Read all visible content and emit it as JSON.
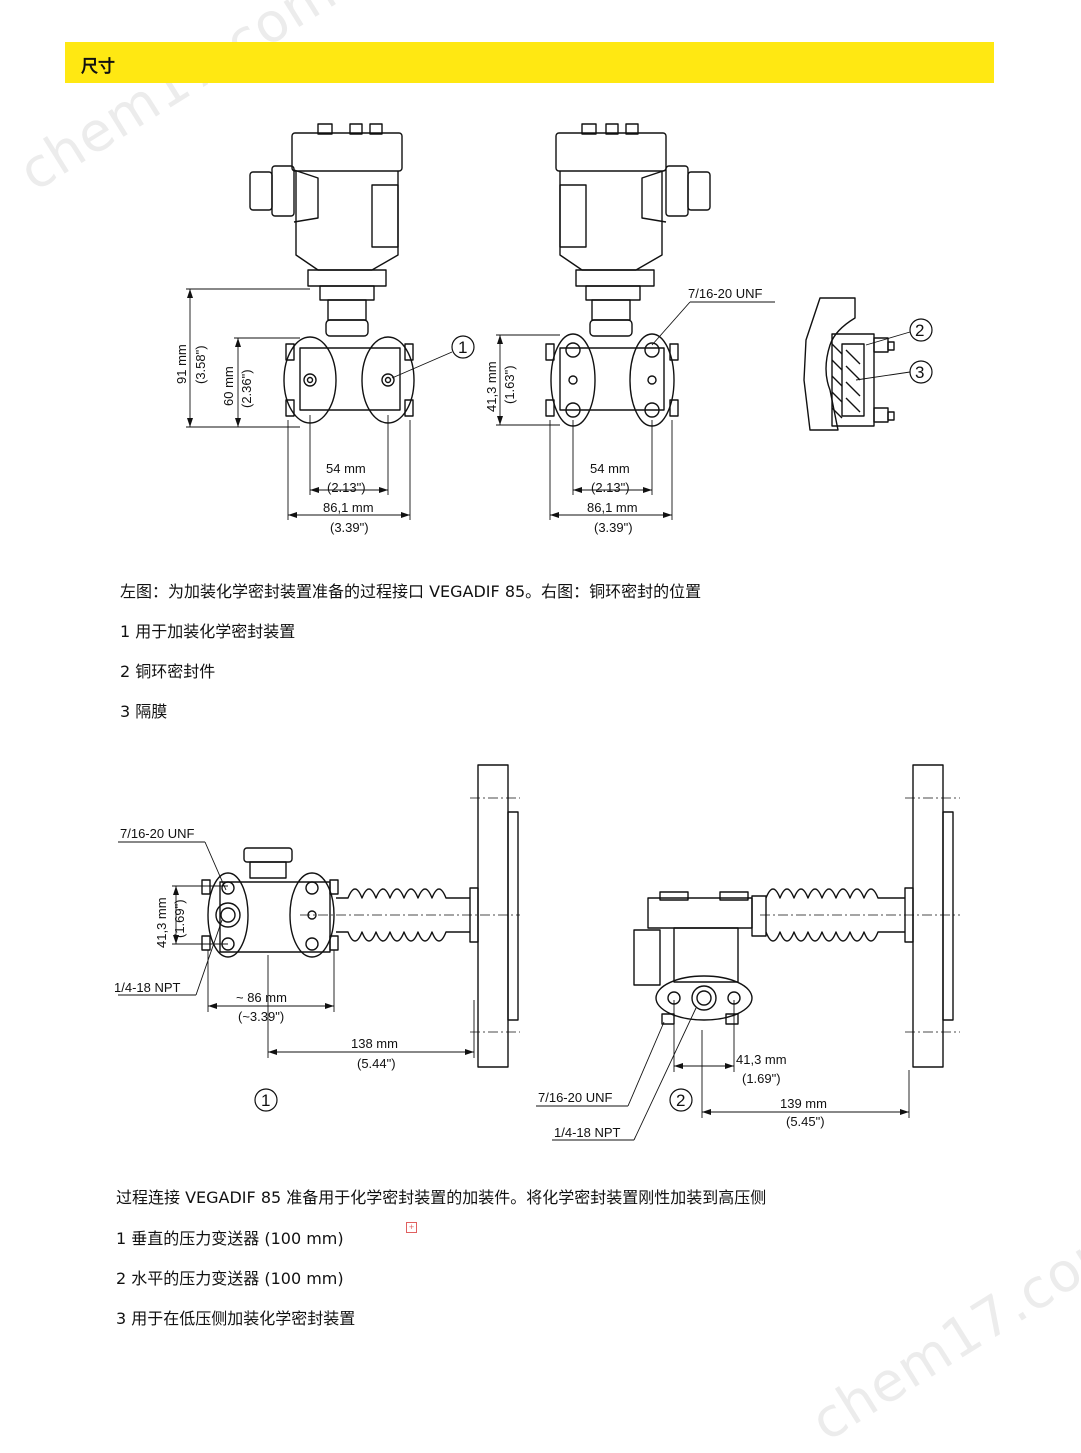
{
  "header": {
    "title": "尺寸"
  },
  "watermark": {
    "text": "chem17.com"
  },
  "figure1": {
    "dims": {
      "d91": "91 mm",
      "d91_in": "(3.58\")",
      "d60": "60 mm",
      "d60_in": "(2.36\")",
      "d413": "41,3 mm",
      "d413_in": "(1.63\")",
      "d54a": "54 mm",
      "d54a_in": "(2.13\")",
      "d861a": "86,1 mm",
      "d861a_in": "(3.39\")",
      "d54b": "54 mm",
      "d54b_in": "(2.13\")",
      "d861b": "86,1 mm",
      "d861b_in": "(3.39\")"
    },
    "labels": {
      "thread": "7/16-20 UNF",
      "c1": "1",
      "c2": "2",
      "c3": "3"
    }
  },
  "captions1": {
    "main": "左图：为加装化学密封装置准备的过程接口 VEGADIF 85。右图：铜环密封的位置",
    "item1": "1 用于加装化学密封装置",
    "item2": "2 铜环密封件",
    "item3": "3 隔膜"
  },
  "figure2": {
    "labels": {
      "thread_a": "7/16-20 UNF",
      "npt_a": "1/4-18 NPT",
      "d413": "41,3 mm",
      "d413_in": "(1.69\")",
      "d86": "~ 86 mm",
      "d86_in": "(~3.39\")",
      "d138": "138 mm",
      "d138_in": "(5.44\")",
      "c1": "1",
      "thread_b": "7/16-20 UNF",
      "npt_b": "1/4-18 NPT",
      "c2": "2",
      "d413b": "41,3 mm",
      "d413b_in": "(1.69\")",
      "d139": "139 mm",
      "d139_in": "(5.45\")"
    }
  },
  "captions2": {
    "main": "过程连接 VEGADIF 85 准备用于化学密封装置的加装件。将化学密封装置刚性加装到高压侧",
    "item1": "1 垂直的压力变送器 (100 mm)",
    "item2": "2 水平的压力变送器 (100 mm)",
    "item3": "3 用于在低压侧加装化学密封装置"
  },
  "colors": {
    "accent": "#ffe812",
    "line": "#111111"
  }
}
